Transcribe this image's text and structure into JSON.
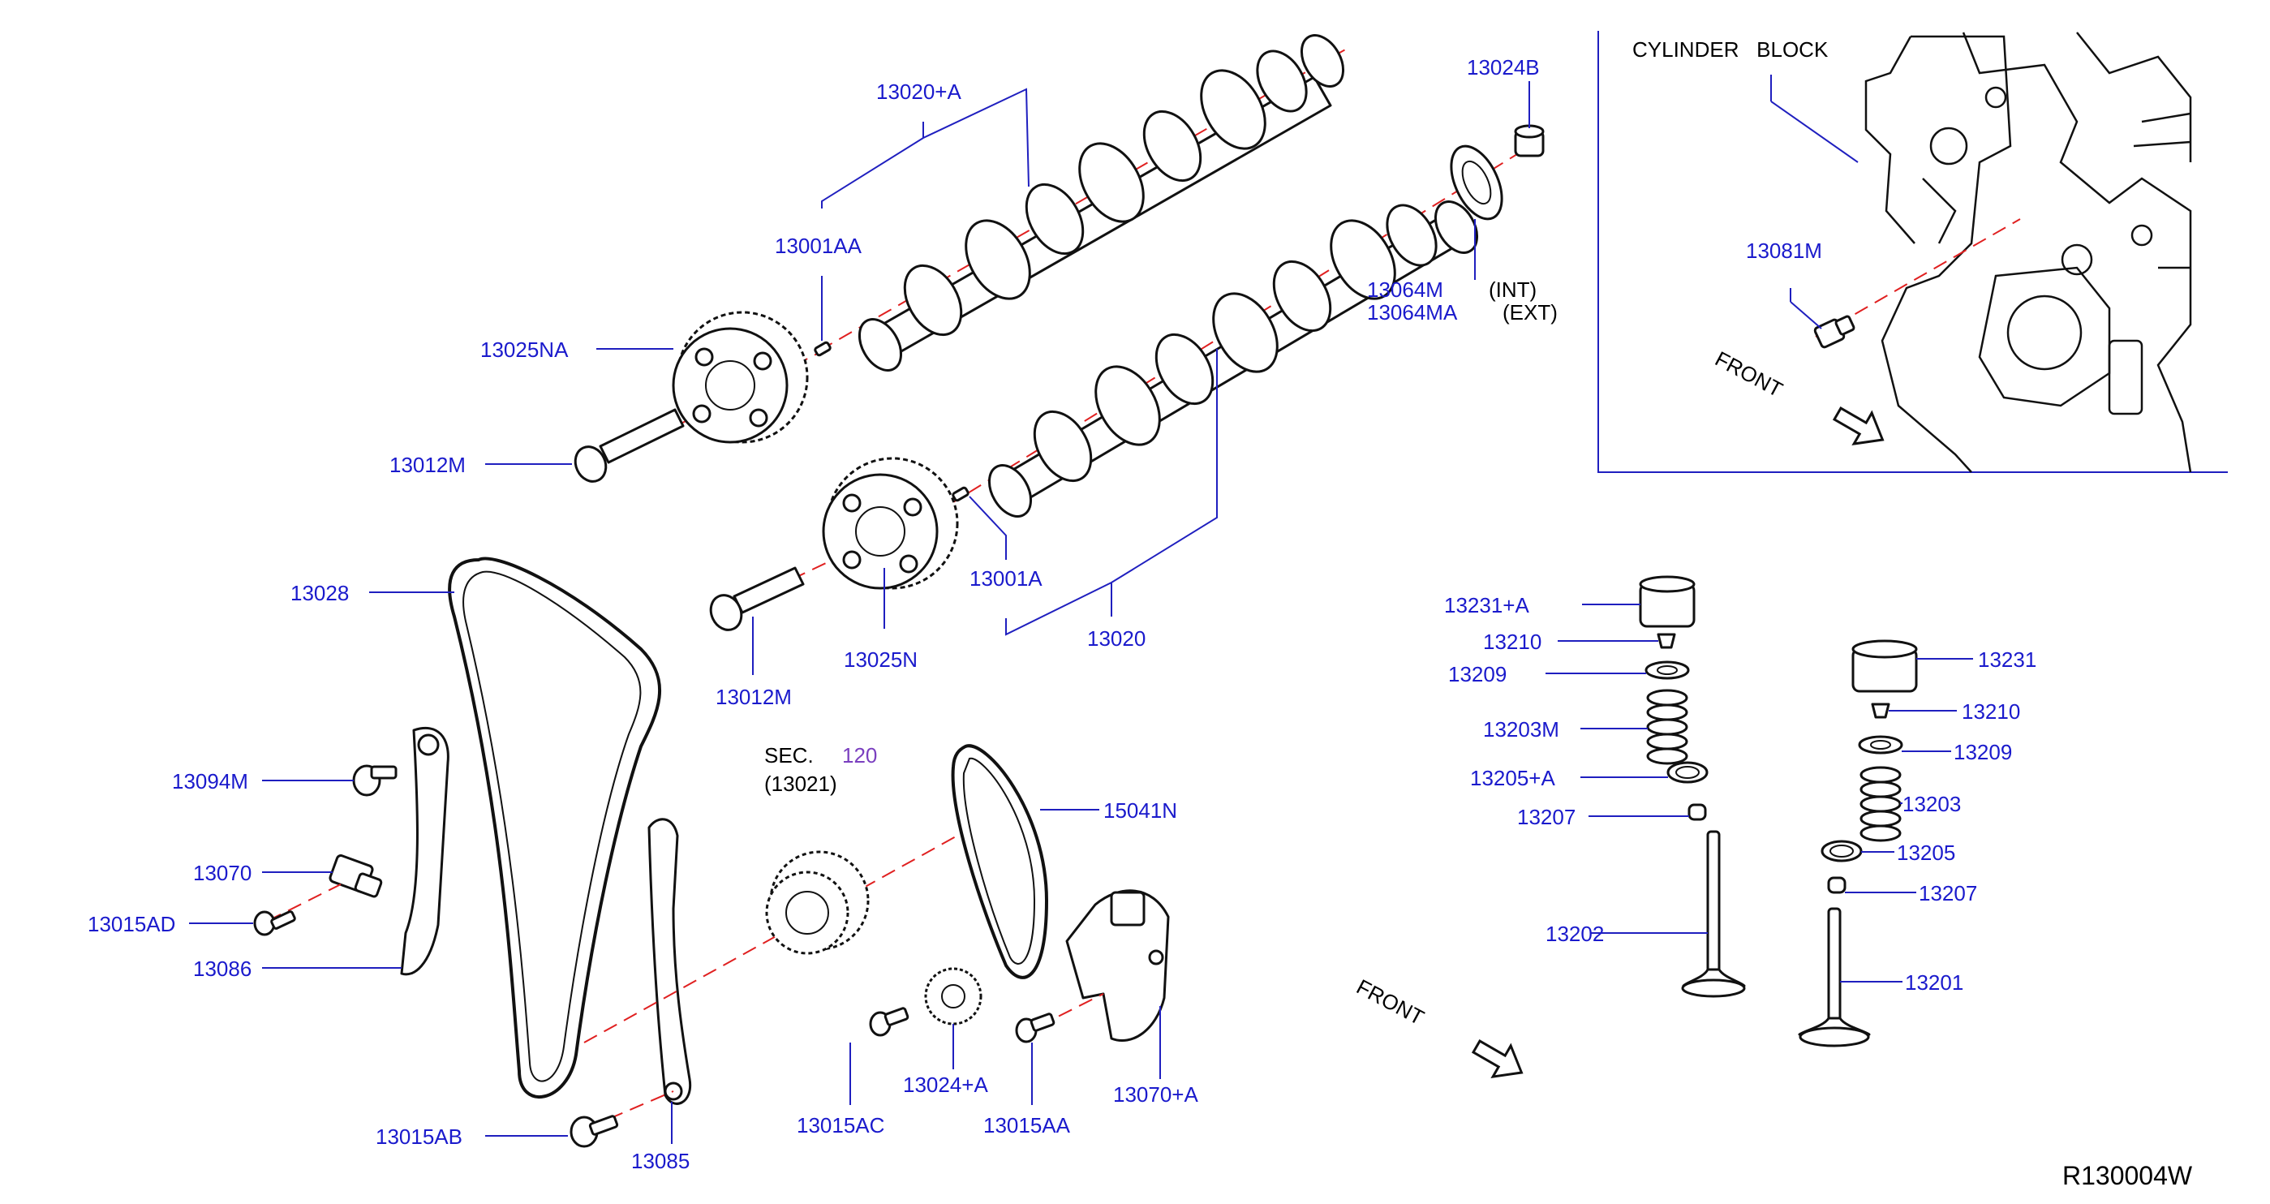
{
  "labels": {
    "p13020A": "13020+A",
    "p13024B": "13024B",
    "p13001AA": "13001AA",
    "p13025NA": "13025NA",
    "p13012M_top": "13012M",
    "p13064M": "13064M",
    "p13064MA": "13064MA",
    "int": "(INT)",
    "ext": "(EXT)",
    "cylinder_block": "CYLINDER   BLOCK",
    "p13081M": "13081M",
    "front_top": "FRONT",
    "p13028": "13028",
    "p13001A": "13001A",
    "p13020": "13020",
    "p13025N": "13025N",
    "p13012M_bottom": "13012M",
    "sec": "SEC.",
    "sec_num": "120",
    "sec_part": "(13021)",
    "p13094M": "13094M",
    "p15041N": "15041N",
    "p13070": "13070",
    "p13015AD": "13015AD",
    "p13086": "13086",
    "p13024A": "13024+A",
    "p13015AC": "13015AC",
    "p13015AA": "13015AA",
    "p13070A": "13070+A",
    "p13015AB": "13015AB",
    "p13085": "13085",
    "p13231A": "13231+A",
    "p13210_left": "13210",
    "p13209_left": "13209",
    "p13203M": "13203M",
    "p13205A": "13205+A",
    "p13207_left": "13207",
    "p13202": "13202",
    "p13231": "13231",
    "p13210_right": "13210",
    "p13209_right": "13209",
    "p13203": "13203",
    "p13205": "13205",
    "p13207_right": "13207",
    "p13201": "13201",
    "front_bottom": "FRONT",
    "ref_code": "R130004W"
  },
  "colors": {
    "part_number": "#1a1acc",
    "leader_line": "#1f1fbf",
    "center_axis": "#e02020",
    "section_number": "#7a3fbf",
    "drawing": "#111111"
  }
}
